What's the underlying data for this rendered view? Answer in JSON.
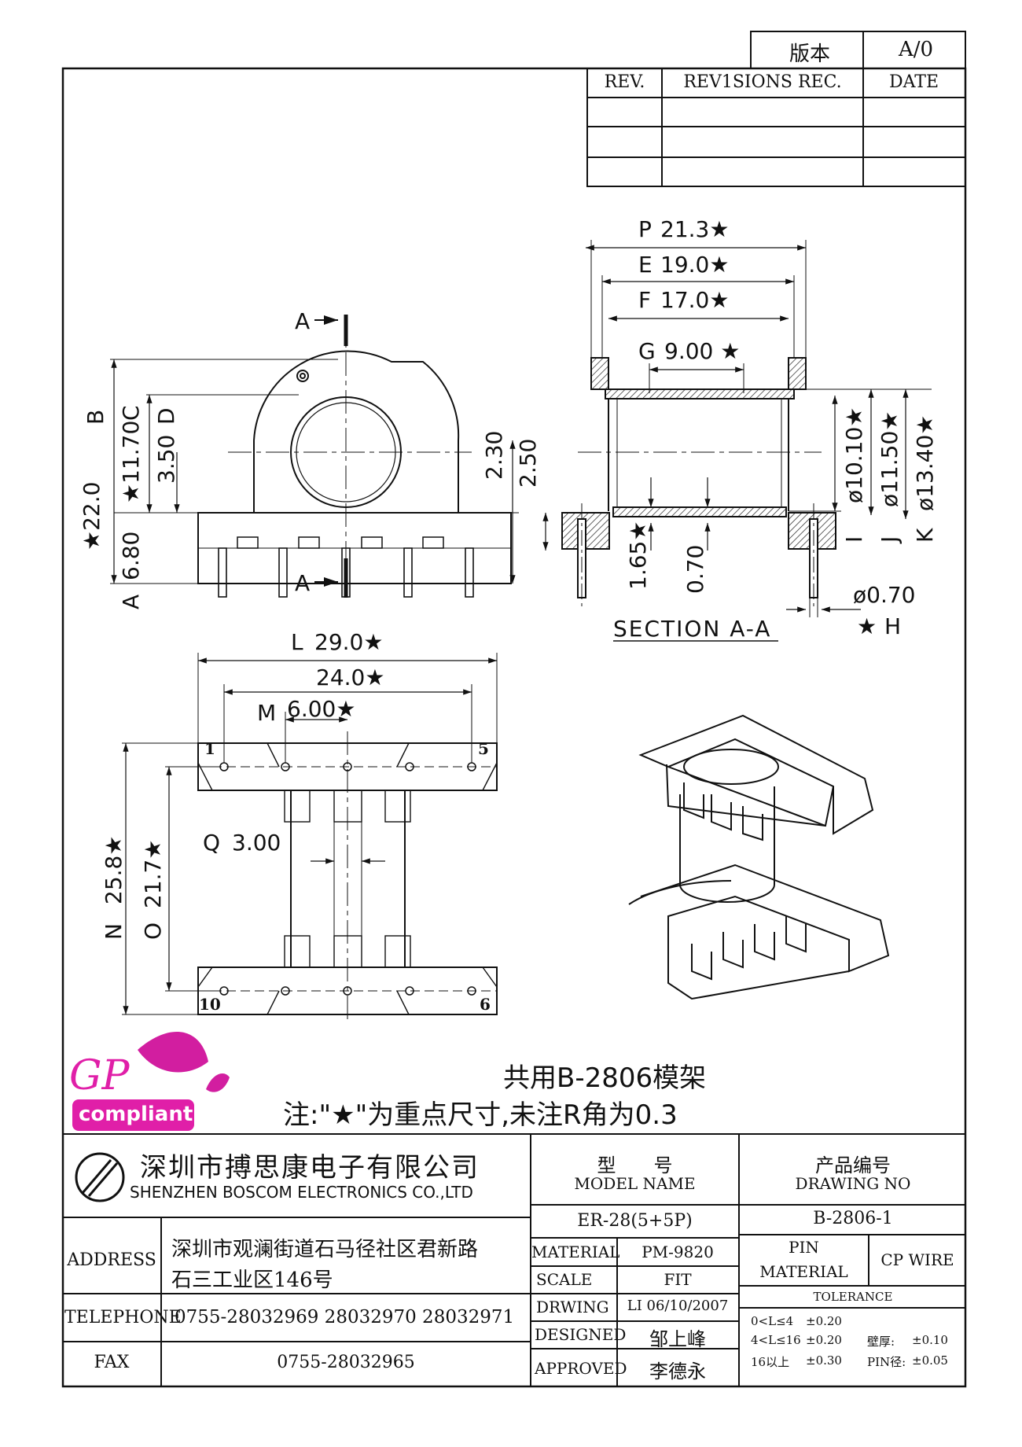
{
  "version_box": {
    "label": "版本",
    "value": "A/0"
  },
  "revision_table": {
    "headers": [
      "REV.",
      "REV1SIONS REC.",
      "DATE"
    ]
  },
  "drawing": {
    "section_label": "SECTION A-A",
    "section_marker": "A",
    "dims": {
      "P": "21.3★",
      "E": "19.0★",
      "F": "17.0★",
      "G": "9.00 ★",
      "B": "★22.0",
      "C": "★11.70",
      "D": "3.50",
      "A_dim": "6.80",
      "d230": "2.30",
      "d250": "2.50",
      "I": "ø10.10★",
      "J": "ø11.50★",
      "K": "ø13.40★",
      "d165": "1.65★",
      "d070": "0.70",
      "H": "ø0.70",
      "H_star": "★",
      "L": "29.0★",
      "d240": "24.0★",
      "M": "6.00★",
      "Q": "3.00",
      "N": "25.8★",
      "O": "21.7★"
    },
    "circled_letters": [
      "P",
      "E",
      "F",
      "G",
      "B",
      "C",
      "D",
      "A",
      "I",
      "J",
      "K",
      "H",
      "L",
      "M",
      "Q",
      "N",
      "O"
    ],
    "pin_numbers": [
      "1",
      "5",
      "10",
      "6"
    ]
  },
  "notes": {
    "shared": "共用B-2806模架",
    "remark": "注:\"★\"为重点尺寸,未注R角为0.3"
  },
  "logo": {
    "gp": "GP",
    "compliant": "compliant",
    "leaf_color": "#d21ea0",
    "badge_color": "#e01fa8"
  },
  "company": {
    "cn_name": "深圳市搏思康电子有限公司",
    "en_name": "SHENZHEN BOSCOM ELECTRONICS CO.,LTD",
    "address_label": "ADDRESS",
    "address_line1": "深圳市观澜街道石马径社区君新路",
    "address_line2": "石三工业区146号",
    "telephone_label": "TELEPHONE",
    "telephone": "0755-28032969 28032970 28032971",
    "fax_label": "FAX",
    "fax": "0755-28032965"
  },
  "title_block": {
    "model_cn": "型　　号",
    "model_en": "MODEL NAME",
    "drawing_cn": "产品编号",
    "drawing_en": "DRAWING NO",
    "model_value": "ER-28(5+5P)",
    "drawing_value": "B-2806-1",
    "material_label": "MATERIAL",
    "material_value": "PM-9820",
    "scale_label": "SCALE",
    "scale_value": "FIT",
    "drwing_label": "DRWING",
    "drwing_value": "LI 06/10/2007",
    "designed_label": "DESIGNED",
    "designed_value": "邹上峰",
    "approved_label": "APPROVED",
    "approved_value": "李德永",
    "pin_material_label_1": "PIN",
    "pin_material_label_2": "MATERIAL",
    "pin_material_value": "CP WIRE",
    "tolerance_label": "TOLERANCE",
    "tol_rows": [
      {
        "range": "0<L≤4",
        "tol": "±0.20",
        "extra_label": "",
        "extra_val": ""
      },
      {
        "range": "4<L≤16",
        "tol": "±0.20",
        "extra_label": "壁厚:",
        "extra_val": "±0.10"
      },
      {
        "range": "16以上",
        "tol": "±0.30",
        "extra_label": "PIN径:",
        "extra_val": "±0.05"
      }
    ]
  }
}
